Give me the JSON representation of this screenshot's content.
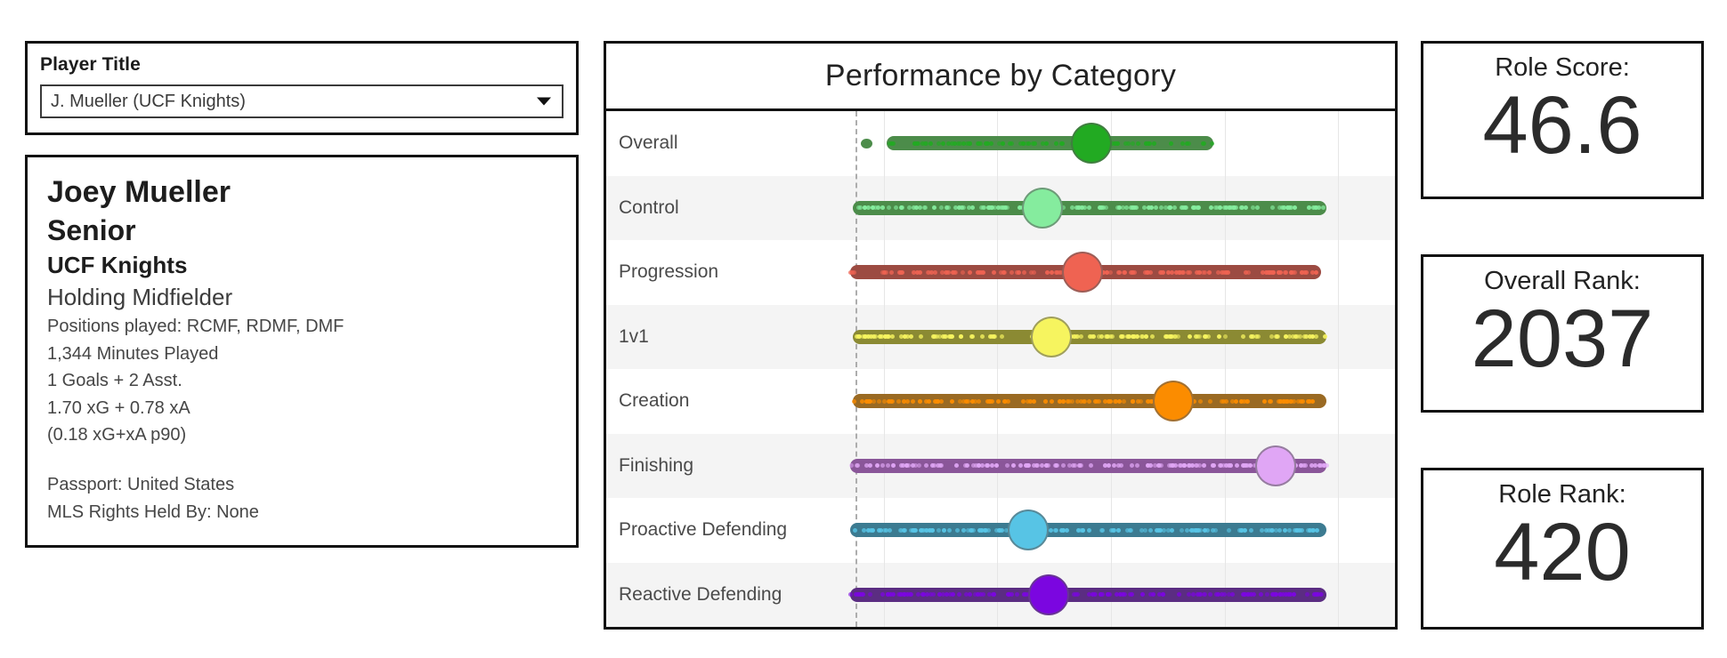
{
  "selector": {
    "label": "Player Title",
    "value": "J. Mueller (UCF Knights)",
    "caret_icon": "chevron-down-icon"
  },
  "player": {
    "name": "Joey Mueller",
    "class_year": "Senior",
    "team": "UCF Knights",
    "role": "Holding Midfielder",
    "positions": "Positions played: RCMF, RDMF, DMF",
    "minutes": "1,344 Minutes Played",
    "goals_assists": "1 Goals + 2 Asst.",
    "xg_xa": "1.70 xG + 0.78 xA",
    "xg_xa_p90": "(0.18 xG+xA p90)",
    "passport": "Passport: United States",
    "mls_rights": "MLS Rights Held By: None"
  },
  "stats": [
    {
      "label": "Role Score:",
      "value": "46.6"
    },
    {
      "label": "Overall Rank:",
      "value": "2037"
    },
    {
      "label": "Role Rank:",
      "value": "420"
    }
  ],
  "chart_data": {
    "type": "scatter",
    "title": "Performance by Category",
    "xlabel": "",
    "ylabel": "",
    "xlim": [
      0,
      100
    ],
    "grid": true,
    "gridlines": [
      10,
      30,
      50,
      70,
      90
    ],
    "reference_line": 5,
    "legend": "none",
    "categories": [
      "Overall",
      "Control",
      "Progression",
      "1v1",
      "Creation",
      "Finishing",
      "Proactive Defending",
      "Reactive Defending"
    ],
    "series": [
      {
        "name": "Overall",
        "player_value": 46.6,
        "distribution_min": 10.5,
        "distribution_max": 68.0,
        "outlier_points": [
          7.0
        ],
        "color": "#22aa22",
        "band_color": "#4c8c4a"
      },
      {
        "name": "Control",
        "player_value": 38.0,
        "distribution_min": 4.5,
        "distribution_max": 88.0,
        "outlier_points": [],
        "color": "#85ec9e",
        "band_color": "#4c8c4a"
      },
      {
        "name": "Progression",
        "player_value": 45.0,
        "distribution_min": 4.0,
        "distribution_max": 87.0,
        "outlier_points": [],
        "color": "#ef6352",
        "band_color": "#9c4b42"
      },
      {
        "name": "1v1",
        "player_value": 39.5,
        "distribution_min": 4.5,
        "distribution_max": 88.0,
        "outlier_points": [],
        "color": "#f6f45f",
        "band_color": "#8b8a33"
      },
      {
        "name": "Creation",
        "player_value": 61.0,
        "distribution_min": 4.5,
        "distribution_max": 88.0,
        "outlier_points": [],
        "color": "#fb8c00",
        "band_color": "#9a6a23"
      },
      {
        "name": "Finishing",
        "player_value": 79.0,
        "distribution_min": 4.0,
        "distribution_max": 88.0,
        "outlier_points": [],
        "color": "#e0a6f5",
        "band_color": "#8a5699"
      },
      {
        "name": "Proactive Defending",
        "player_value": 35.5,
        "distribution_min": 4.0,
        "distribution_max": 88.0,
        "outlier_points": [],
        "color": "#57c4e5",
        "band_color": "#3c7b91"
      },
      {
        "name": "Reactive Defending",
        "player_value": 39.0,
        "distribution_min": 4.0,
        "distribution_max": 88.0,
        "outlier_points": [],
        "color": "#7b06e0",
        "band_color": "#5b2d82"
      }
    ]
  }
}
